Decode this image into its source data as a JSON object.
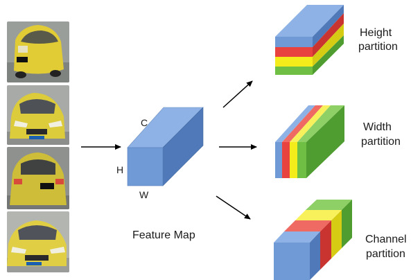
{
  "images": {
    "car_photos": [
      {
        "name": "car-rear-view-1",
        "body_color": "#e2cc35"
      },
      {
        "name": "car-front-view-1",
        "body_color": "#dccb3a"
      },
      {
        "name": "car-rear-view-2",
        "body_color": "#cdbd38"
      },
      {
        "name": "car-front-view-2",
        "body_color": "#e0cf44"
      }
    ]
  },
  "feature_map": {
    "label": "Feature Map",
    "dim_c": "C",
    "dim_h": "H",
    "dim_w": "W"
  },
  "partitions": [
    {
      "id": "height",
      "label_line1": "Height",
      "label_line2": "partition"
    },
    {
      "id": "width",
      "label_line1": "Width",
      "label_line2": "partition"
    },
    {
      "id": "channel",
      "label_line1": "Channel",
      "label_line2": "partition"
    }
  ],
  "colors": {
    "blue": "#6f9ad6",
    "blue_top": "#8eb2e6",
    "blue_side": "#4f79b8",
    "red": "#e8433f",
    "yellow": "#f5ec1c",
    "green": "#70bf45",
    "green_dark": "#4f9c30",
    "arrow": "#000000"
  }
}
